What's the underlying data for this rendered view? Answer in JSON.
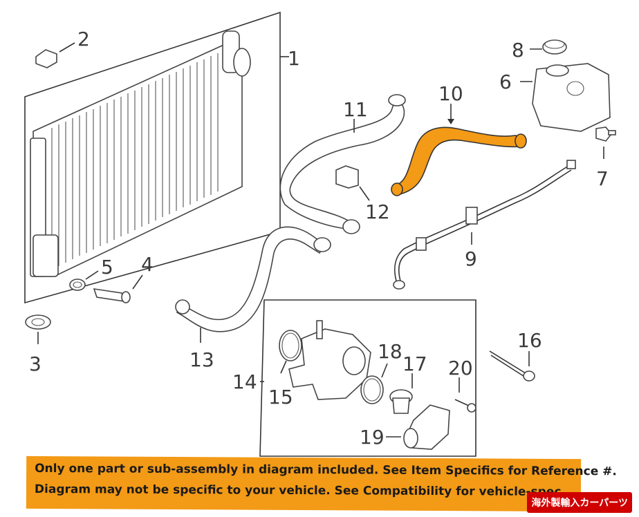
{
  "callouts": {
    "c1": "1",
    "c2": "2",
    "c3": "3",
    "c4": "4",
    "c5": "5",
    "c6": "6",
    "c7": "7",
    "c8": "8",
    "c9": "9",
    "c10": "10",
    "c11": "11",
    "c12": "12",
    "c13": "13",
    "c14": "14",
    "c15": "15",
    "c16": "16",
    "c17": "17",
    "c18": "18",
    "c19": "19",
    "c20": "20"
  },
  "highlight_color": "#f39a16",
  "notice": {
    "line1": "Only one part or sub-assembly in diagram included. See Item Specifics for Reference #.",
    "line2": "Diagram may not be specific to your vehicle. See Compatibility for vehicle-spec"
  },
  "watermark": "海外製輸入カーパーツ"
}
